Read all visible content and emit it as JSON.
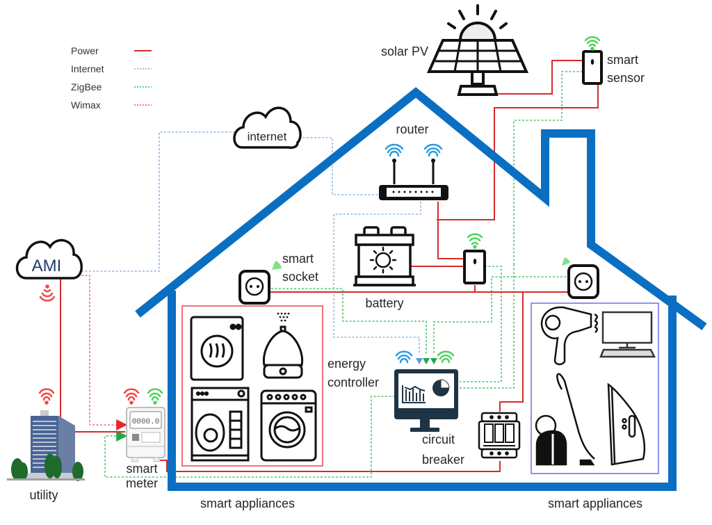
{
  "legend": {
    "items": [
      {
        "label": "Power",
        "color": "#d62b2b",
        "style": "solid"
      },
      {
        "label": "Internet",
        "color": "#9cc2e8",
        "style": "dotted"
      },
      {
        "label": "ZigBee",
        "color": "#5ec97a",
        "style": "dotted"
      },
      {
        "label": "Wimax",
        "color": "#f07a7a",
        "style": "dotted"
      }
    ]
  },
  "colors": {
    "house": "#0a6fc2",
    "power": "#d62b2b",
    "internet": "#8fb8e6",
    "zigbee": "#4fc46c",
    "wimax": "#f07070",
    "wifi_blue": "#2e9be0",
    "wifi_green": "#4dd35c",
    "wifi_red": "#f04848",
    "appliances_left_box": "#e8424a",
    "appliances_right_box": "#6e6ee6"
  },
  "nodes": {
    "solar_pv": "solar PV",
    "smart_sensor": [
      "smart",
      "sensor"
    ],
    "internet": "internet",
    "router": "router",
    "ami": "AMI",
    "smart_socket": [
      "smart",
      "socket"
    ],
    "battery": "battery",
    "energy_controller": [
      "energy",
      "controller"
    ],
    "circuit_breaker": [
      "circuit",
      "breaker"
    ],
    "smart_meter": [
      "smart",
      "meter"
    ],
    "smart_meter_display": "0000.0",
    "utility": "utility",
    "smart_appliances_left": "smart appliances",
    "smart_appliances_right": "smart appliances"
  },
  "appliances": {
    "left": [
      "dryer",
      "humidifier",
      "dishwasher",
      "washing-machine"
    ],
    "right": [
      "hair-dryer",
      "desktop-computer",
      "vacuum-cleaner",
      "iron"
    ]
  }
}
